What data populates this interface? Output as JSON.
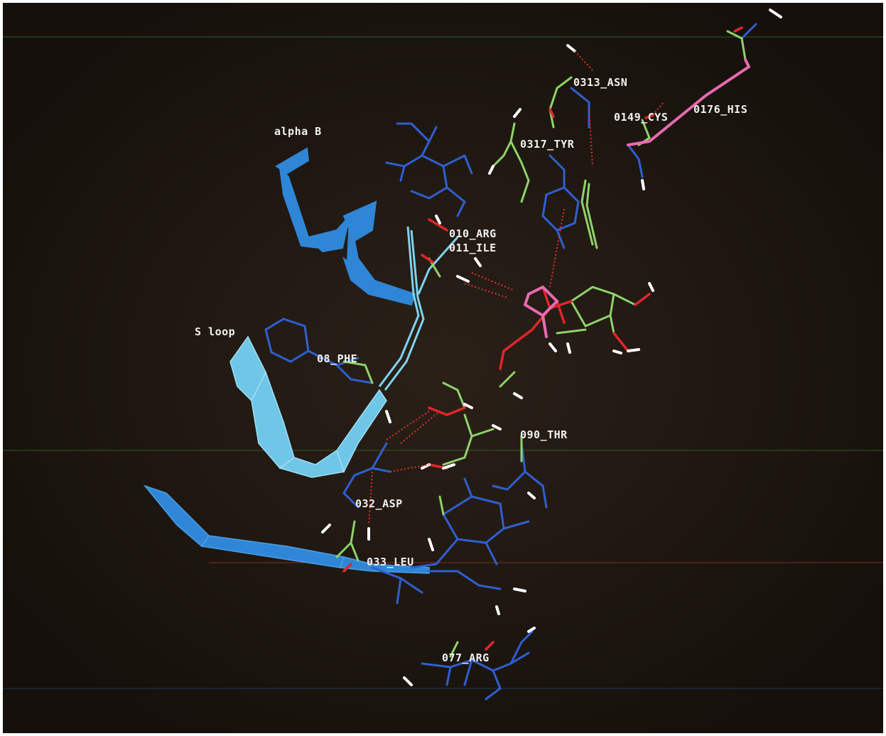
{
  "figure": {
    "structure_labels": {
      "alpha_b": "alpha B",
      "s_loop": "S loop"
    },
    "residues": {
      "asn": "0313_ASN",
      "cys": "0149_CYS",
      "his": "0176_HIS",
      "tyr": "0317_TYR",
      "arg10": "010_ARG",
      "ile11": "011_ILE",
      "phe8": "08_PHE",
      "thr90": "090_THR",
      "asp32": "032_ASP",
      "leu33": "033_LEU",
      "arg77": "077_ARG"
    },
    "colors": {
      "background": "#201812",
      "ribbon_blue": "#2f86d6",
      "ribbon_cyan": "#7fd3ee",
      "bond_blue": "#2f5fd0",
      "bond_green": "#8fd36a",
      "bond_red": "#e0262b",
      "bond_pink": "#e86ab0",
      "bond_white": "#ffffff",
      "hbond_red": "#e03030",
      "label_text": "#f2f2f2"
    }
  }
}
